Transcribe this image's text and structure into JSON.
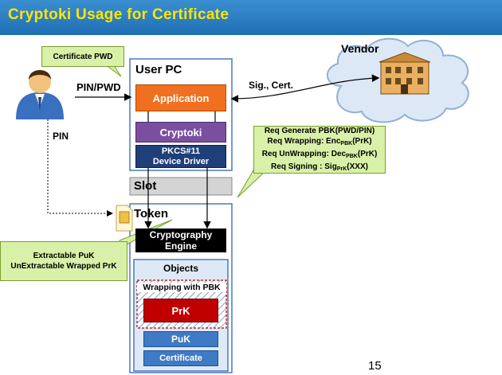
{
  "title": "Cryptoki Usage for Certificate",
  "callouts": {
    "certificate_pwd": "Certificate PWD",
    "puk_line1": "Extractable PuK",
    "puk_line2": "UnExtractable Wrapped PrK",
    "req": [
      {
        "main": "Req Generate PBK(PWD/PIN)",
        "sub": "",
        "tail": ""
      },
      {
        "main": "Req Wrapping: Enc",
        "sub": "PBK",
        "tail": "(PrK)"
      },
      {
        "main": "Req UnWrapping: Dec",
        "sub": "PBK",
        "tail": "(PrK)"
      },
      {
        "main": "Req Signing : Sig",
        "sub": "PrK",
        "tail": "(XXX)"
      }
    ]
  },
  "labels": {
    "vendor": "Vendor",
    "pin_pwd": "PIN/PWD",
    "pin": "PIN",
    "sig_cert": "Sig., Cert.",
    "user_pc": "User PC",
    "slot": "Slot",
    "token": "Token"
  },
  "boxes": {
    "application": "Application",
    "cryptoki": "Cryptoki",
    "pkcs_line1": "PKCS#11",
    "pkcs_line2": "Device Driver",
    "engine_line1": "Cryptography",
    "engine_line2": "Engine",
    "objects": "Objects",
    "wrapping": "Wrapping with PBK",
    "prk": "PrK",
    "puk": "PuK",
    "certificate": "Certificate"
  },
  "page_number": "15",
  "colors": {
    "title_text": "#ffe600",
    "title_bg": "#1f6fb4",
    "application": "#f07020",
    "cryptoki": "#7b4fa0",
    "pkcs": "#1f3f78",
    "engine": "#000000",
    "prk": "#c00000",
    "puk": "#3f7bc4",
    "callout": "#d8f0a8"
  },
  "icons": [
    "user-icon",
    "vendor-building-icon",
    "sim-card-icon",
    "cloud-icon"
  ]
}
